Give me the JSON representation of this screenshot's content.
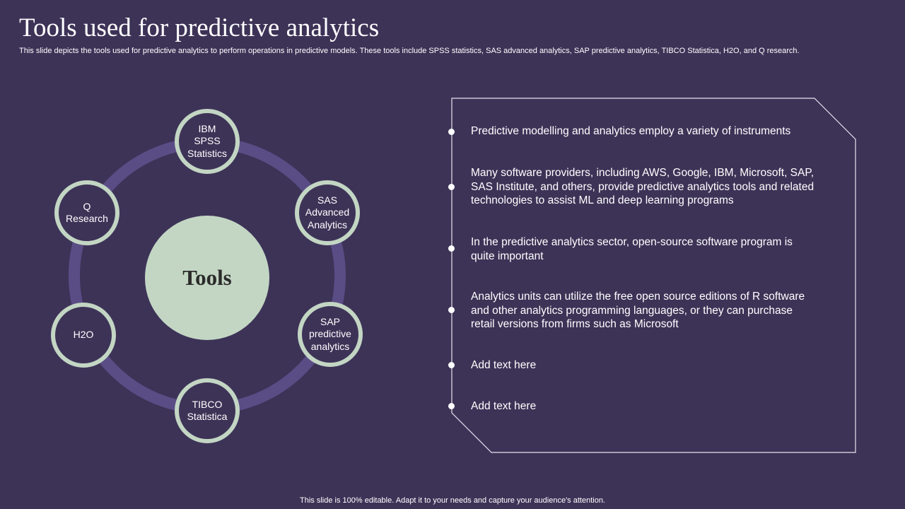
{
  "header": {
    "title": "Tools used for predictive analytics",
    "subtitle": "This slide depicts the tools used for predictive analytics to perform operations in predictive models. These tools include SPSS statistics, SAS advanced analytics, SAP predictive analytics, TIBCO Statistica, H2O, and Q research."
  },
  "diagram": {
    "hub_label": "Tools",
    "nodes": [
      {
        "label": "IBM\nSPSS\nStatistics"
      },
      {
        "label": "SAS\nAdvanced\nAnalytics"
      },
      {
        "label": "SAP\npredictive\nanalytics"
      },
      {
        "label": "TIBCO\nStatistica"
      },
      {
        "label": "H2O"
      },
      {
        "label": "Q\nResearch"
      }
    ],
    "colors": {
      "background": "#3d3357",
      "ring": "#5a4d86",
      "node_border": "#c3d6c4",
      "hub": "#c3d6c4"
    }
  },
  "panel": {
    "bullets": [
      {
        "text": "Predictive modelling and analytics employ a variety of instruments"
      },
      {
        "text": "Many software providers, including AWS, Google, IBM, Microsoft, SAP, SAS Institute, and others, provide predictive analytics tools and related technologies to assist ML and deep learning programs"
      },
      {
        "text": "In the predictive analytics sector, open-source software program is quite important"
      },
      {
        "text": "Analytics units can utilize the free open source editions of R software and other analytics programming languages, or they can purchase retail versions from firms such as Microsoft"
      },
      {
        "text": "Add text here"
      },
      {
        "text": "Add text here"
      }
    ]
  },
  "footer": {
    "text": "This slide is 100% editable. Adapt it to your needs and capture your audience's attention."
  }
}
